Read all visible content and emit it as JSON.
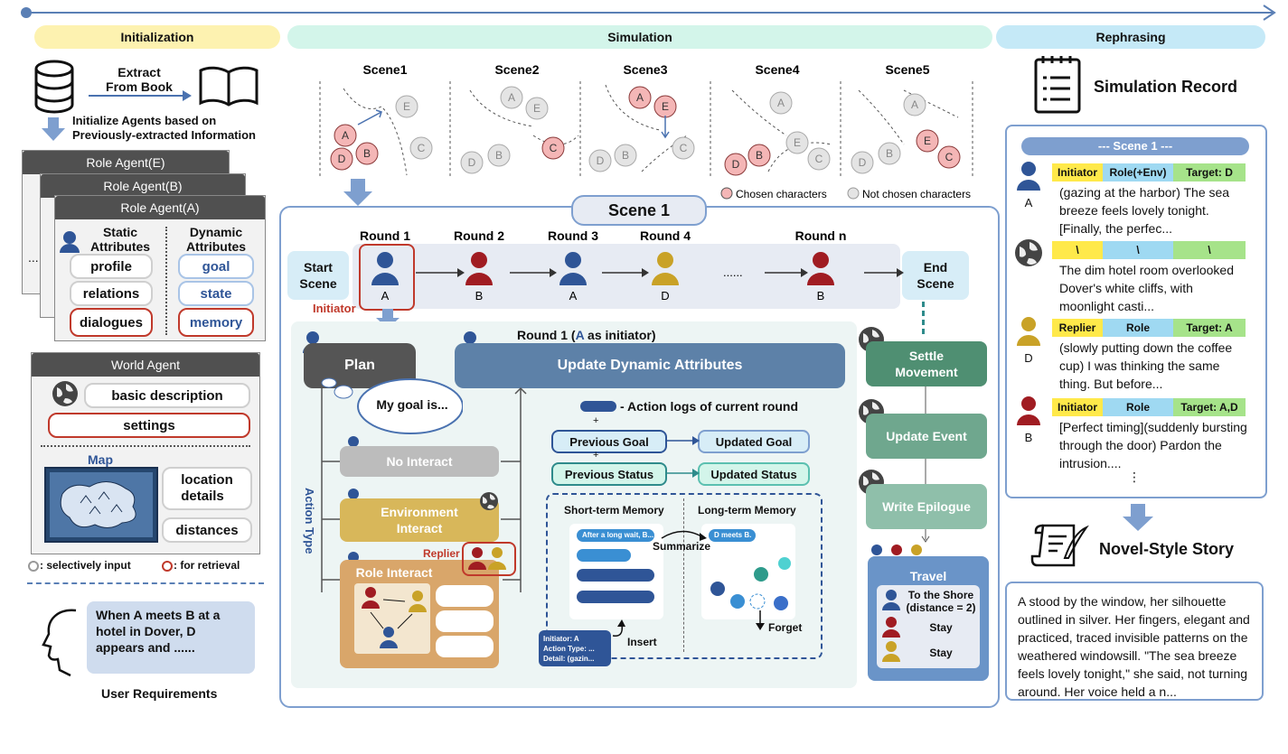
{
  "phases": {
    "init": "Initialization",
    "sim": "Simulation",
    "reph": "Rephrasing"
  },
  "init": {
    "extract": "Extract\nFrom Book",
    "init_agents": "Initialize Agents based on\nPreviously-extracted Information",
    "role_e": "Role Agent(E)",
    "role_b": "Role Agent(B)",
    "role_a": "Role Agent(A)",
    "static": "Static\nAttributes",
    "dynamic": "Dynamic\nAttributes",
    "profile": "profile",
    "relations": "relations",
    "dialogues": "dialogues",
    "goal": "goal",
    "state": "state",
    "memory": "memory",
    "ellipsis": "...",
    "world_agent": "World Agent",
    "basic": "basic description",
    "settings": "settings",
    "map": "Map",
    "location": "location\ndetails",
    "distances": "distances",
    "sel_input": ": selectively input",
    "for_retrieval": ": for retrieval",
    "user_req_text": "When A meets B at a hotel in Dover, D appears and ......",
    "user_req": "User Requirements"
  },
  "scenes": {
    "labels": [
      "Scene1",
      "Scene2",
      "Scene3",
      "Scene4",
      "Scene5"
    ],
    "chosen": "Chosen characters",
    "not_chosen": "Not chosen characters"
  },
  "scene1": {
    "title": "Scene 1",
    "start": "Start\nScene",
    "end": "End\nScene",
    "rounds": [
      {
        "label": "Round 1",
        "who": "A",
        "color": "#2f5597"
      },
      {
        "label": "Round 2",
        "who": "B",
        "color": "#a01c22"
      },
      {
        "label": "Round 3",
        "who": "A",
        "color": "#2f5597"
      },
      {
        "label": "Round 4",
        "who": "D",
        "color": "#c9a227"
      },
      {
        "label": "Round n",
        "who": "B",
        "color": "#a01c22"
      }
    ],
    "dots": "......",
    "initiator": "Initiator",
    "round1_title": "Round 1",
    "round1_open": "(",
    "round1_who": "A",
    "round1_rest": " as initiator)",
    "plan": "Plan",
    "goal_bubble": "My goal is...",
    "update_dyn": "Update Dynamic Attributes",
    "action_logs": "- Action logs of current round",
    "prev_goal": "Previous Goal",
    "upd_goal": "Updated Goal",
    "prev_status": "Previous Status",
    "upd_status": "Updated Status",
    "plus": "+",
    "no_interact": "No Interact",
    "env_interact": "Environment\nInteract",
    "role_interact": "Role Interact",
    "replier": "Replier",
    "action_type": "Action Type",
    "stm": "Short-term Memory",
    "ltm": "Long-term Memory",
    "stm_entry": "After a long wait, B...",
    "ltm_entry": "D meets B.",
    "summarize": "Summarize",
    "insert": "Insert",
    "forget": "Forget",
    "log_lines": [
      "Initiator: A",
      "Action Type: ...",
      "Detail: (gazin..."
    ]
  },
  "world": {
    "settle": "Settle\nMovement",
    "event": "Update Event",
    "epilogue": "Write Epilogue",
    "travel": "Travel",
    "shore": "To the Shore\n(distance = 2)",
    "stay1": "Stay",
    "stay2": "Stay"
  },
  "rephrase": {
    "sim_record": "Simulation Record",
    "scene_hdr": "--- Scene 1 ---",
    "entries": [
      {
        "who": "A",
        "tags": [
          "Initiator",
          "Role(+Env)",
          "Target: D"
        ],
        "text": "(gazing at the harbor) The sea breeze feels lovely tonight. [Finally, the perfec..."
      },
      {
        "who": "",
        "tags": [
          "\\",
          "\\",
          "\\"
        ],
        "text": "The dim hotel room overlooked Dover's white cliffs, with moonlight casti..."
      },
      {
        "who": "D",
        "tags": [
          "Replier",
          "Role",
          "Target: A"
        ],
        "text": "(slowly putting down the coffee cup) I was thinking the same thing. But before..."
      },
      {
        "who": "B",
        "tags": [
          "Initiator",
          "Role",
          "Target: A,D"
        ],
        "text": "[Perfect timing](suddenly bursting through the door) Pardon the intrusion...."
      }
    ],
    "vdots": "⋮",
    "novel": "Novel-Style Story",
    "story": "A stood by the window, her silhouette outlined in silver. Her fingers, elegant and practiced, traced invisible patterns on the weathered windowsill. \"The sea breeze feels lovely tonight,\" she said, not turning around. Her voice held a n..."
  },
  "colors": {
    "blue": "#2f5597",
    "red": "#a01c22",
    "gold": "#c9a227",
    "init_bg": "#fdf2b0",
    "sim_bg": "#d3f5ea",
    "reph_bg": "#c5e9f7"
  }
}
